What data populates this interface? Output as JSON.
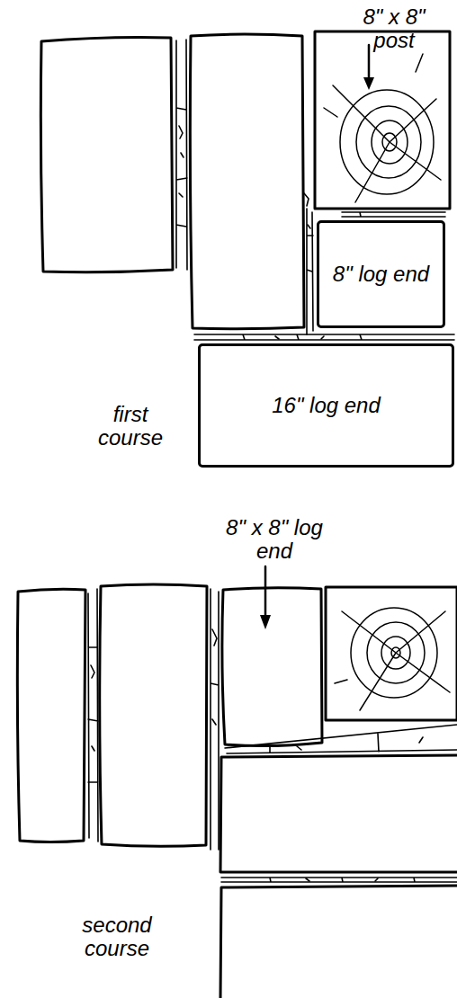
{
  "diagram": {
    "nodes": [
      {
        "text": [
          "8\" log end"
        ]
      },
      {
        "text": [
          "16\" log end"
        ]
      }
    ],
    "labels": [
      "8\" x 8\" post",
      "first course",
      "8\" x 8\" log end",
      "second course"
    ]
  }
}
